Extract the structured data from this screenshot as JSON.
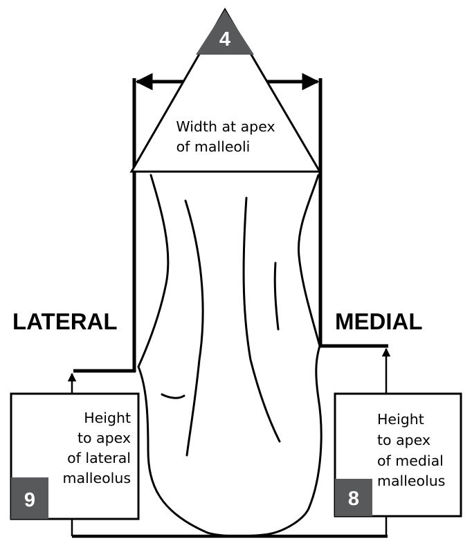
{
  "width_label": {
    "badge": "4",
    "lines": [
      "Width at apex",
      "of malleoli"
    ]
  },
  "lateral": {
    "heading": "LATERAL",
    "badge": "9",
    "lines": [
      "Height",
      "to apex",
      "of lateral",
      "malleolus"
    ]
  },
  "medial": {
    "heading": "MEDIAL",
    "badge": "8",
    "lines": [
      "Height",
      "to apex",
      "of medial",
      "malleolus"
    ]
  },
  "colors": {
    "line": "#000000",
    "badge": "#58595b",
    "background": "#ffffff"
  }
}
